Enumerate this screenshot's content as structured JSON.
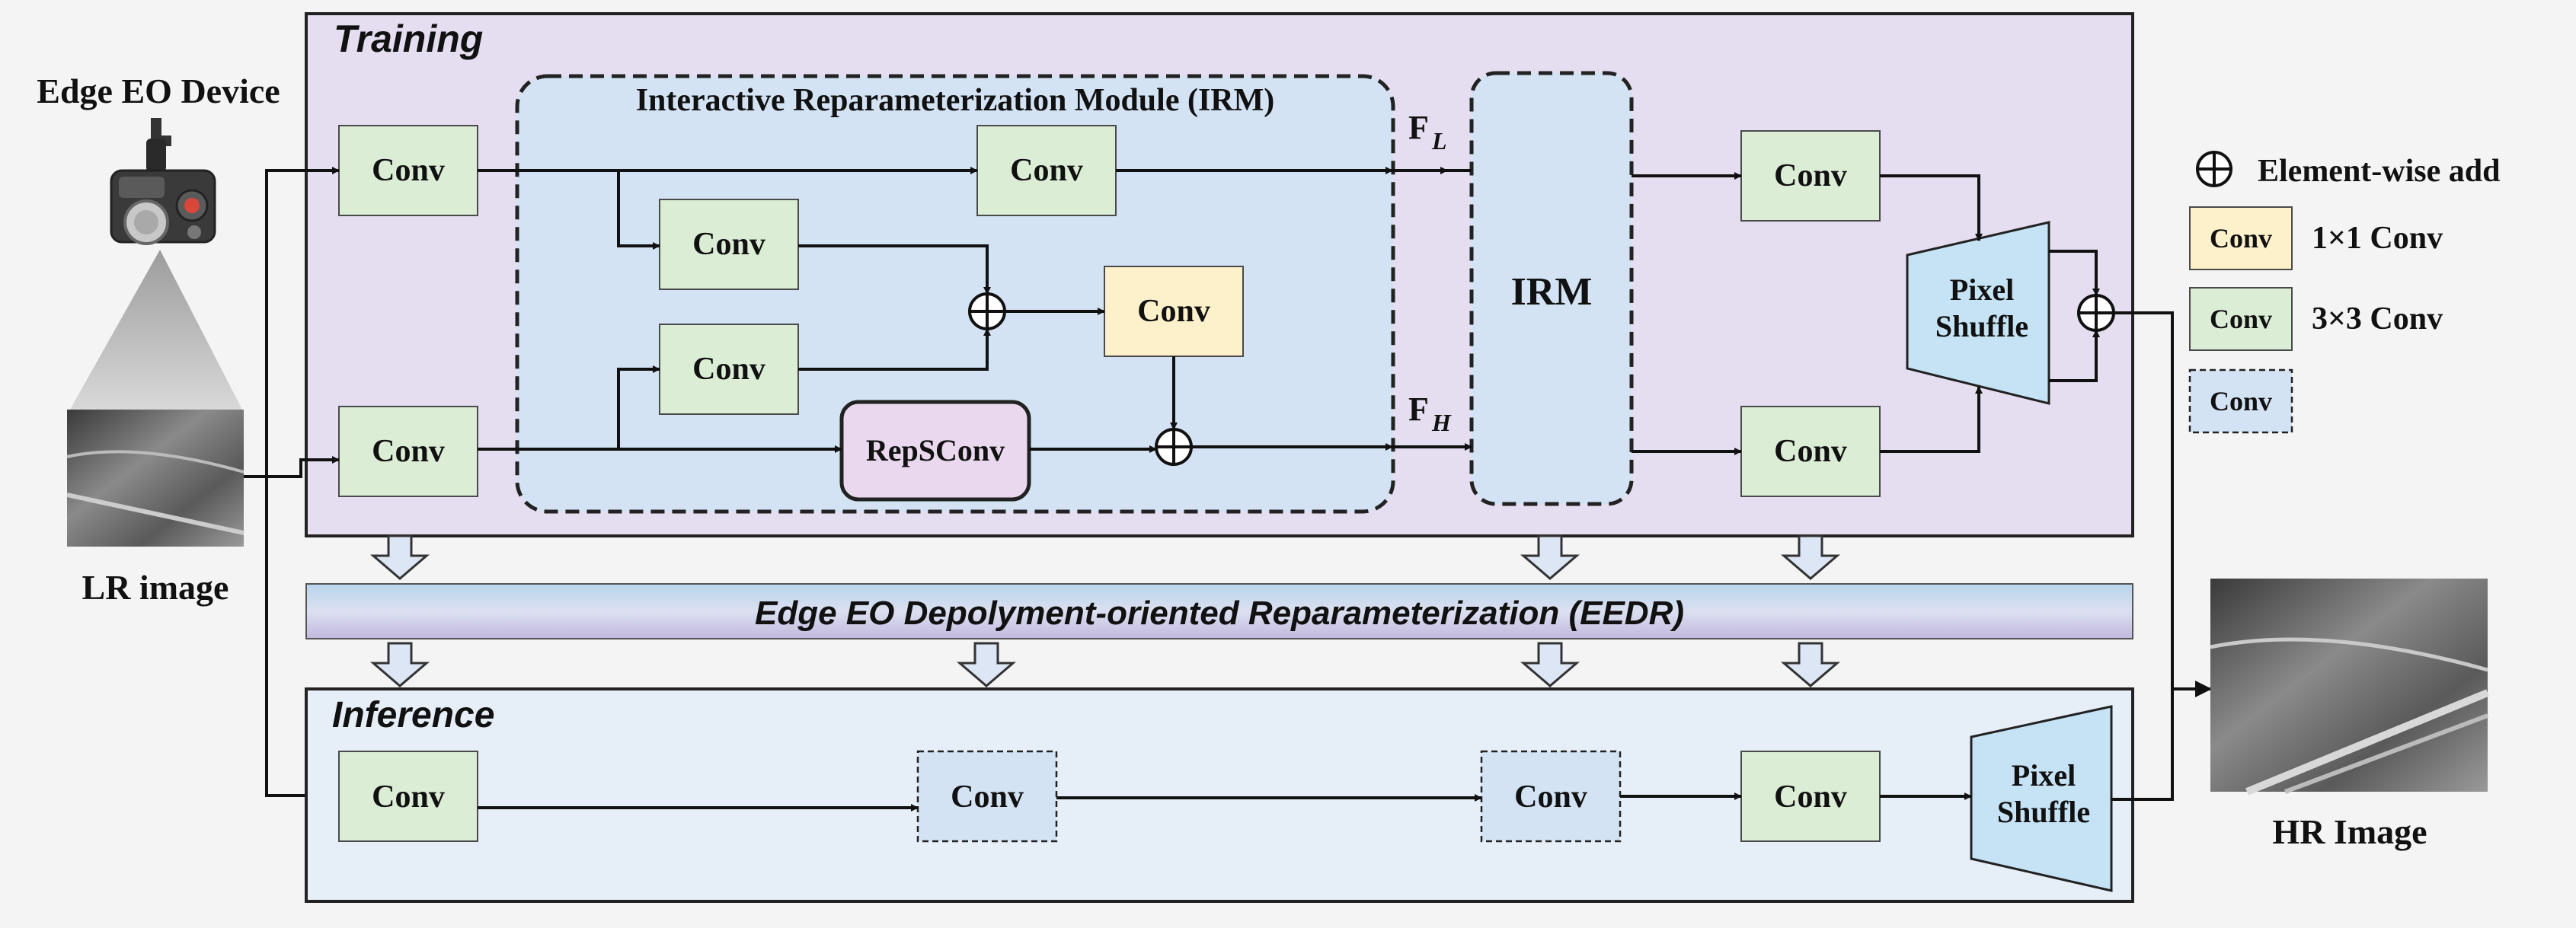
{
  "device": {
    "title": "Edge EO Device"
  },
  "images": {
    "lr_label": "LR image",
    "hr_label": "HR Image"
  },
  "training": {
    "title": "Training",
    "irm_title": "Interactive Reparameterization Module (IRM)",
    "conv": "Conv",
    "repsconv": "RepSConv",
    "f_low": "F",
    "f_low_sub": "L",
    "f_high": "F",
    "f_high_sub": "H",
    "irm_block": "IRM",
    "pixel_shuffle_1": "Pixel",
    "pixel_shuffle_2": "Shuffle"
  },
  "eedr": {
    "label": "Edge EO Depolyment-oriented Reparameterization (EEDR)"
  },
  "inference": {
    "title": "Inference",
    "conv": "Conv",
    "pixel_shuffle_1": "Pixel",
    "pixel_shuffle_2": "Shuffle"
  },
  "legend": {
    "add_label": "Element-wise add",
    "conv_1x1_box": "Conv",
    "conv_1x1_label": "1×1 Conv",
    "conv_3x3_box": "Conv",
    "conv_3x3_label": "3×3 Conv",
    "conv_dashed_box": "Conv"
  },
  "colors": {
    "training_bg": "#e5ddf0",
    "inference_bg": "#e6eef8",
    "conv_3x3": "#dcedd6",
    "conv_1x1": "#fcf1cb",
    "repsconv": "#ead8ee",
    "pixel_shuffle": "#c5e3f5"
  }
}
